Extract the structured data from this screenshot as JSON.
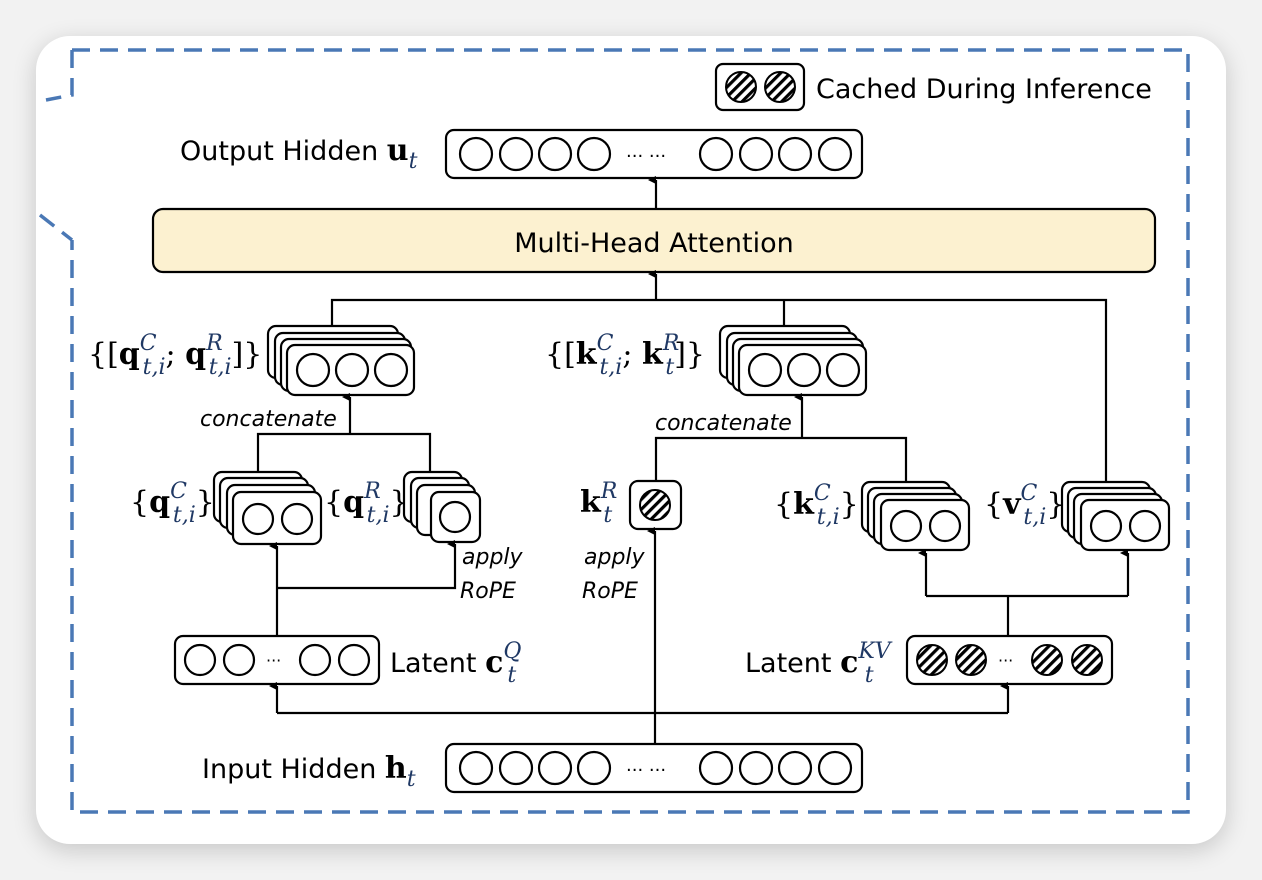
{
  "legend": {
    "label": "Cached During Inference",
    "icon": "hatched-circle-icon"
  },
  "output_hidden": {
    "label": "Output Hidden ",
    "symbol": "u",
    "sub": "t",
    "dots": "··· ···"
  },
  "attention": {
    "label": "Multi-Head Attention"
  },
  "q_concat": {
    "symbol_open": "{[",
    "q": "q",
    "sup_c": "C",
    "sub_c": "t,i",
    "sep": "; ",
    "sup_r": "R",
    "sub_r": "t,i",
    "close": "]}"
  },
  "k_concat": {
    "symbol_open": "{[",
    "k": "k",
    "sup_c": "C",
    "sub_c": "t,i",
    "sep": "; ",
    "sup_r": "R",
    "sub_r": "t",
    "close": "]}"
  },
  "concat_label_left": "concatenate",
  "concat_label_right": "concatenate",
  "qc": {
    "open": "{",
    "sym": "q",
    "sup": "C",
    "sub": "t,i",
    "close": "}"
  },
  "qr": {
    "open": "{",
    "sym": "q",
    "sup": "R",
    "sub": "t,i",
    "close": "}"
  },
  "kr": {
    "sym": "k",
    "sup": "R",
    "sub": "t"
  },
  "kc": {
    "open": "{",
    "sym": "k",
    "sup": "C",
    "sub": "t,i",
    "close": "}"
  },
  "vc": {
    "open": "{",
    "sym": "v",
    "sup": "C",
    "sub": "t,i",
    "close": "}"
  },
  "rope_q": {
    "line1": "apply",
    "line2": "RoPE"
  },
  "rope_k": {
    "line1": "apply",
    "line2": "RoPE"
  },
  "latent_q": {
    "label": "Latent ",
    "sym": "c",
    "sup": "Q",
    "sub": "t",
    "dots": "···"
  },
  "latent_kv": {
    "label": "Latent ",
    "sym": "c",
    "sup": "KV",
    "sub": "t",
    "dots": "···"
  },
  "input_hidden": {
    "label": "Input Hidden ",
    "symbol": "h",
    "sub": "t",
    "dots": "··· ···"
  },
  "colors": {
    "dashed_border": "#4a78b5",
    "attention_fill": "#fcf1d0",
    "subscript": "#1f3864"
  }
}
